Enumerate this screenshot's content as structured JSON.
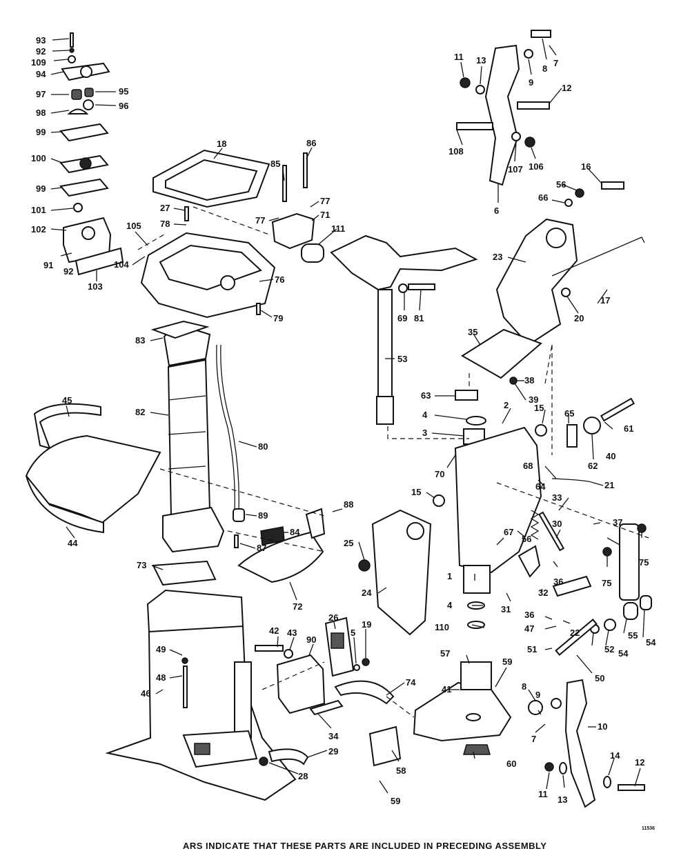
{
  "labels": [
    "93",
    "92",
    "109",
    "94",
    "97",
    "95",
    "98",
    "96",
    "99",
    "100",
    "99",
    "101",
    "102",
    "105",
    "91",
    "92",
    "104",
    "103",
    "18",
    "27",
    "78",
    "85",
    "86",
    "77",
    "77",
    "71",
    "111",
    "76",
    "79",
    "83",
    "82",
    "80",
    "45",
    "44",
    "89",
    "84",
    "87",
    "88",
    "73",
    "72",
    "46",
    "49",
    "48",
    "42",
    "43",
    "90",
    "26",
    "5",
    "19",
    "74",
    "34",
    "29",
    "28",
    "11",
    "13",
    "8",
    "7",
    "9",
    "12",
    "108",
    "107",
    "106",
    "6",
    "16",
    "56",
    "66",
    "23",
    "17",
    "20",
    "69",
    "81",
    "53",
    "35",
    "38",
    "39",
    "63",
    "2",
    "15",
    "4",
    "3",
    "70",
    "65",
    "61",
    "40",
    "62",
    "68",
    "21",
    "64",
    "15",
    "25",
    "24",
    "33",
    "37",
    "56",
    "67",
    "30",
    "75",
    "75",
    "36",
    "32",
    "1",
    "4",
    "110",
    "31",
    "36",
    "47",
    "22",
    "55",
    "54",
    "54",
    "52",
    "51",
    "50",
    "57",
    "41",
    "59",
    "60",
    "58",
    "59",
    "8",
    "9",
    "7",
    "10",
    "14",
    "12",
    "11",
    "13"
  ],
  "footnote": "ARS INDICATE THAT THESE PARTS ARE INCLUDED IN PRECEDING ASSEMBLY",
  "figure_id": "11536"
}
